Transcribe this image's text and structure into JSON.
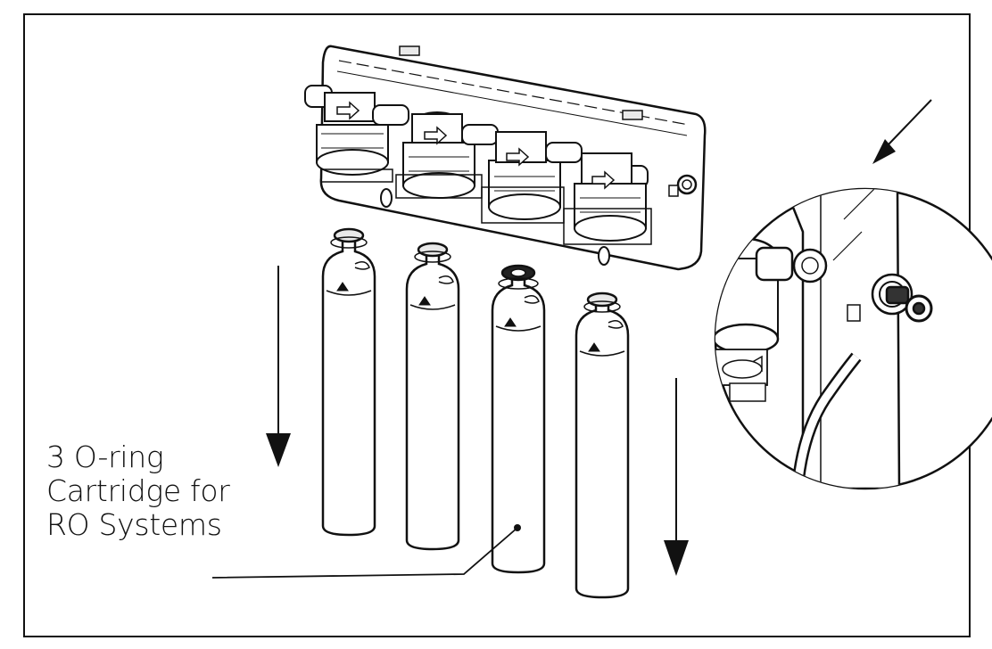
{
  "diagram": {
    "callout": {
      "line1": "3 O-ring",
      "line2": "Cartridge for",
      "line3": "RO Systems"
    },
    "colors": {
      "stroke": "#111111",
      "fill": "#ffffff",
      "shade": "#e9e9e9"
    },
    "icons": [
      "down-arrow-icon",
      "pointer-arrow-icon",
      "flow-direction-arrow-icon"
    ]
  }
}
